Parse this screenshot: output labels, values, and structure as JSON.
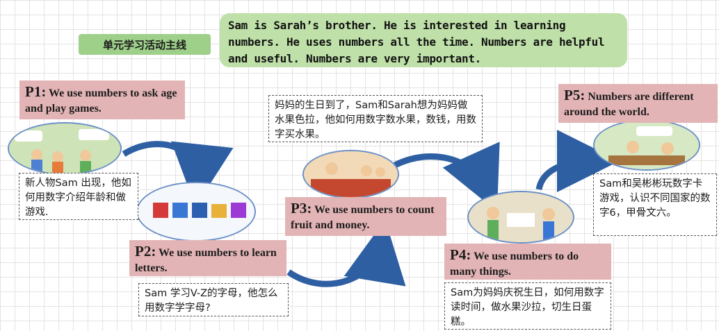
{
  "unit_label": "单元学习活动主线",
  "summary": "Sam is Sarah’s brother. He is interested in learning numbers. He uses numbers all the time. Numbers are helpful and useful. Numbers are very important.",
  "steps": [
    {
      "num": "P1:",
      "title": "We use numbers to ask age and play games.",
      "note": "新人物Sam 出现，他如何用数字介绍年龄和做游戏."
    },
    {
      "num": "P2:",
      "title": "We use numbers to learn letters.",
      "note": "Sam 学习V-Z的字母，他怎么用数字学字母?"
    },
    {
      "num": "P3:",
      "title": "We use numbers to count fruit and money.",
      "note": "妈妈的生日到了，Sam和Sarah想为妈妈做水果色拉，他如何用数字数水果，数钱，用数字买水果。"
    },
    {
      "num": "P4:",
      "title": "We use numbers to do many things.",
      "note": "Sam为妈妈庆祝生日，如何用数字读时间，做水果沙拉，切生日蛋糕。"
    },
    {
      "num": "P5:",
      "title": "Numbers are different around the world.",
      "note": "Sam和吴彬彬玩数字卡游戏，认识不同国家的数字6，甲骨文六。"
    }
  ],
  "colors": {
    "title_box": "#e3b4b6",
    "summary_bg": "#bfe0a8",
    "arrow": "#2e5fa3"
  }
}
